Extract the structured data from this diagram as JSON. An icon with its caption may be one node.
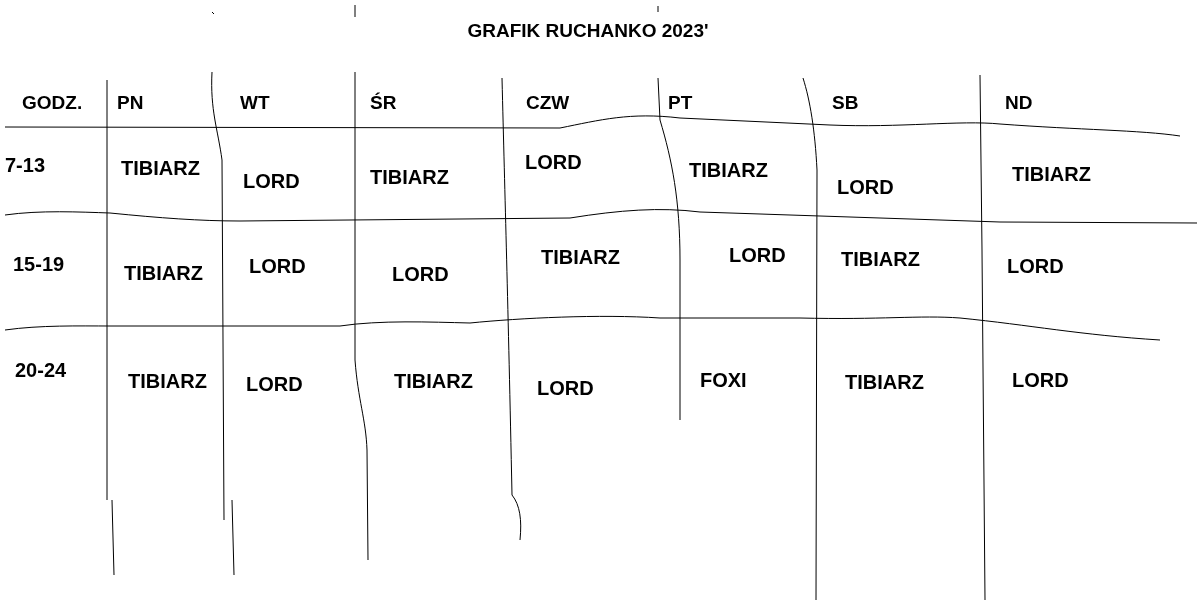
{
  "diagram": {
    "title": "GRAFIK RUCHANKO 2023'",
    "labels": [
      "GODZ.",
      "PN",
      "WT",
      "ŚR",
      "CZW",
      "PT",
      "SB",
      "ND",
      "7-13",
      "TIBIARZ",
      "LORD",
      "TIBIARZ",
      "LORD",
      "TIBIARZ",
      "LORD",
      "TIBIARZ",
      "15-19",
      "TIBIARZ",
      "LORD",
      "LORD",
      "TIBIARZ",
      "LORD",
      "TIBIARZ",
      "LORD",
      "20-24",
      "TIBIARZ",
      "LORD",
      "TIBIARZ",
      "LORD",
      "FOXI",
      "TIBIARZ",
      "LORD"
    ]
  }
}
